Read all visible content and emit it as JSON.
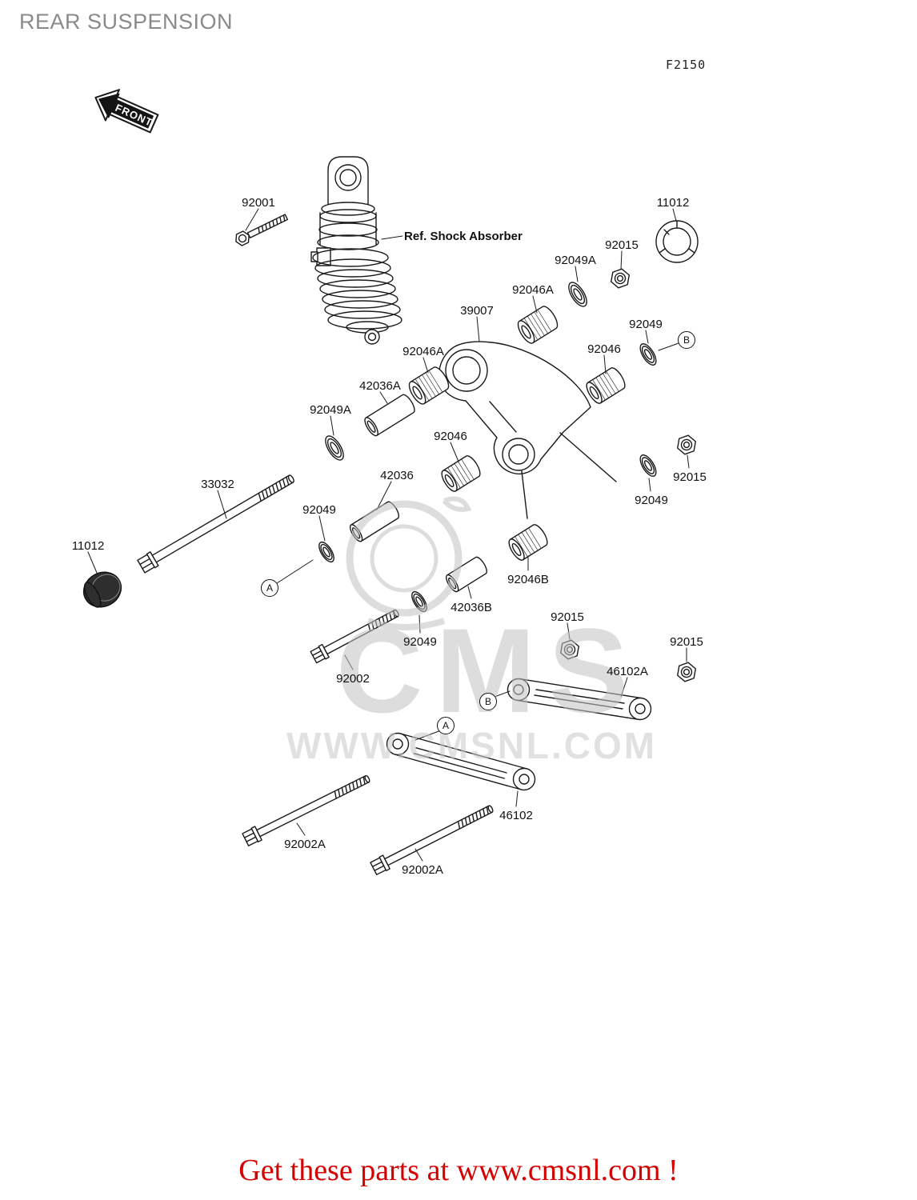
{
  "page": {
    "title": "REAR SUSPENSION",
    "code": "F2150"
  },
  "front_arrow": {
    "label": "FRONT"
  },
  "diagram": {
    "ref_label": "Ref. Shock Absorber",
    "labels": [
      {
        "text": "92001"
      },
      {
        "text": "11012"
      },
      {
        "text": "92015"
      },
      {
        "text": "92049A"
      },
      {
        "text": "92046A"
      },
      {
        "text": "39007"
      },
      {
        "text": "92049"
      },
      {
        "text": "92046A"
      },
      {
        "text": "92046"
      },
      {
        "text": "42036A"
      },
      {
        "text": "92049A"
      },
      {
        "text": "92046"
      },
      {
        "text": "33032"
      },
      {
        "text": "42036"
      },
      {
        "text": "92049"
      },
      {
        "text": "11012"
      },
      {
        "text": "92046B"
      },
      {
        "text": "42036B"
      },
      {
        "text": "92015"
      },
      {
        "text": "92049"
      },
      {
        "text": "92049"
      },
      {
        "text": "92015"
      },
      {
        "text": "92015"
      },
      {
        "text": "92002"
      },
      {
        "text": "46102A"
      },
      {
        "text": "46102"
      },
      {
        "text": "92002A"
      },
      {
        "text": "92002A"
      }
    ],
    "markers": [
      {
        "letter": "A"
      },
      {
        "letter": "B"
      },
      {
        "letter": "B"
      },
      {
        "letter": "A"
      }
    ]
  },
  "watermark": {
    "brand": "CMS",
    "url": "WWW.CMSNL.COM"
  },
  "footer": {
    "text": "Get these parts at www.cmsnl.com !"
  }
}
